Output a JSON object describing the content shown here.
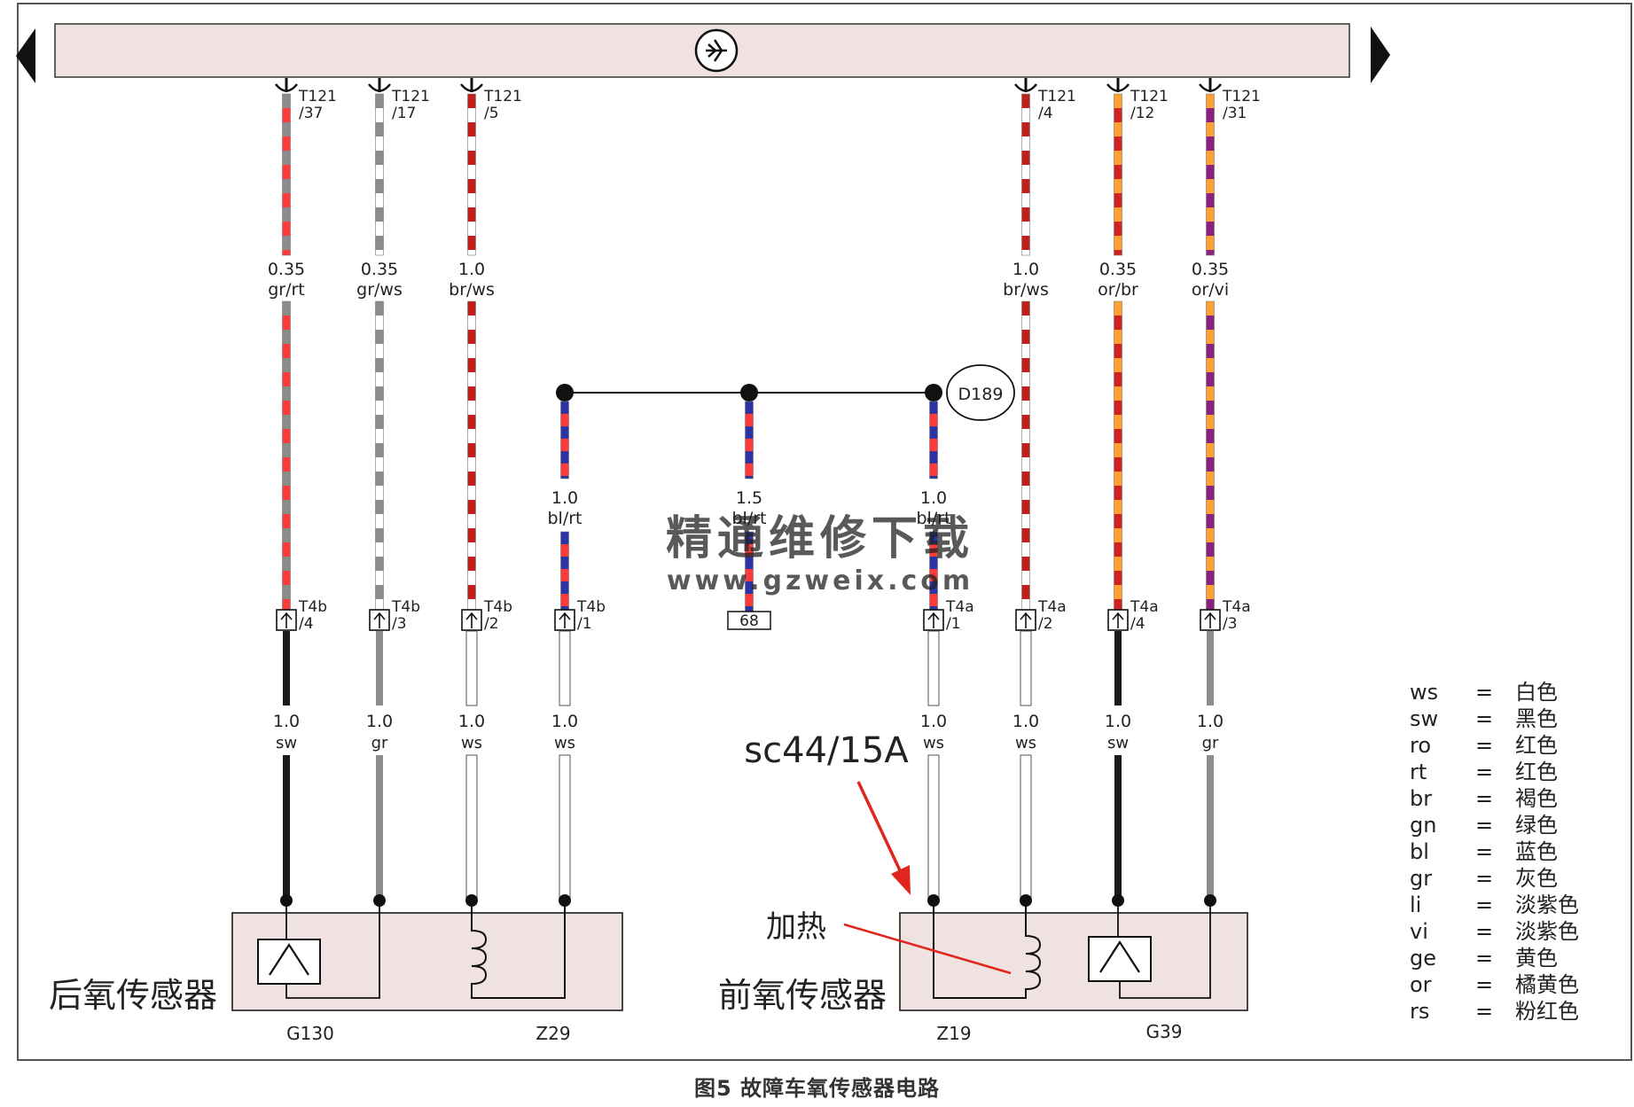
{
  "bus": {
    "symbol": "K-bus-icon"
  },
  "top_wires": [
    {
      "connector": "T121",
      "pin": "/37",
      "gauge": "0.35",
      "code": "gr/rt",
      "colors": [
        "#8c8c8c",
        "#ff3a3a"
      ]
    },
    {
      "connector": "T121",
      "pin": "/17",
      "gauge": "0.35",
      "code": "gr/ws",
      "colors": [
        "#8c8c8c",
        "#ffffff"
      ]
    },
    {
      "connector": "T121",
      "pin": "/5",
      "gauge": "1.0",
      "code": "br/ws",
      "colors": [
        "#c0201c",
        "#ffffff"
      ]
    },
    {
      "connector": "T121",
      "pin": "/4",
      "gauge": "1.0",
      "code": "br/ws",
      "colors": [
        "#c0201c",
        "#ffffff"
      ]
    },
    {
      "connector": "T121",
      "pin": "/12",
      "gauge": "0.35",
      "code": "or/br",
      "colors": [
        "#ffa030",
        "#d42020"
      ]
    },
    {
      "connector": "T121",
      "pin": "/31",
      "gauge": "0.35",
      "code": "or/vi",
      "colors": [
        "#ffa030",
        "#8a2080"
      ]
    }
  ],
  "ground_wires": [
    {
      "gauge": "1.0",
      "code": "bl/rt",
      "terminal": "T4b",
      "pin": "/1",
      "colors": [
        "#2a34a8",
        "#ff3a3a"
      ]
    },
    {
      "gauge": "1.5",
      "code": "bl/rt",
      "terminal_box": "68",
      "colors": [
        "#2a34a8",
        "#ff3a3a"
      ]
    },
    {
      "gauge": "1.0",
      "code": "bl/rt",
      "terminal": "T4a",
      "pin": "/1",
      "colors": [
        "#2a34a8",
        "#ff3a3a"
      ]
    }
  ],
  "ground_point": "D189",
  "connectors": [
    {
      "name": "T4b",
      "pin": "/4"
    },
    {
      "name": "T4b",
      "pin": "/3"
    },
    {
      "name": "T4b",
      "pin": "/2"
    },
    {
      "name": "T4b",
      "pin": "/1"
    },
    {
      "name": "T4a",
      "pin": "/1"
    },
    {
      "name": "T4a",
      "pin": "/2"
    },
    {
      "name": "T4a",
      "pin": "/4"
    },
    {
      "name": "T4a",
      "pin": "/3"
    }
  ],
  "bottom_wires": [
    {
      "gauge": "1.0",
      "code": "sw",
      "color": "#1a1a1a"
    },
    {
      "gauge": "1.0",
      "code": "gr",
      "color": "#8c8c8c"
    },
    {
      "gauge": "1.0",
      "code": "ws",
      "color": "#ffffff"
    },
    {
      "gauge": "1.0",
      "code": "ws",
      "color": "#ffffff"
    },
    {
      "gauge": "1.0",
      "code": "ws",
      "color": "#ffffff"
    },
    {
      "gauge": "1.0",
      "code": "ws",
      "color": "#ffffff"
    },
    {
      "gauge": "1.0",
      "code": "sw",
      "color": "#1a1a1a"
    },
    {
      "gauge": "1.0",
      "code": "gr",
      "color": "#8c8c8c"
    }
  ],
  "components": {
    "rear": {
      "label": "后氧传感器",
      "sensor": "G130",
      "heater": "Z29"
    },
    "front": {
      "label": "前氧传感器",
      "sensor": "G39",
      "heater": "Z19"
    }
  },
  "annotations": {
    "fuse": "sc44/15A",
    "heating": "加热"
  },
  "watermark": {
    "line1": "精通维修下载",
    "line2": "www.gzweix.com"
  },
  "legend": [
    {
      "code": "ws",
      "eq": "=",
      "name": "白色"
    },
    {
      "code": "sw",
      "eq": "=",
      "name": "黑色"
    },
    {
      "code": "ro",
      "eq": "=",
      "name": "红色"
    },
    {
      "code": "rt",
      "eq": "=",
      "name": "红色"
    },
    {
      "code": "br",
      "eq": "=",
      "name": "褐色"
    },
    {
      "code": "gn",
      "eq": "=",
      "name": "绿色"
    },
    {
      "code": "bl",
      "eq": "=",
      "name": "蓝色"
    },
    {
      "code": "gr",
      "eq": "=",
      "name": "灰色"
    },
    {
      "code": "li",
      "eq": "=",
      "name": "淡紫色"
    },
    {
      "code": "vi",
      "eq": "=",
      "name": "淡紫色"
    },
    {
      "code": "ge",
      "eq": "=",
      "name": "黄色"
    },
    {
      "code": "or",
      "eq": "=",
      "name": "橘黄色"
    },
    {
      "code": "rs",
      "eq": "=",
      "name": "粉红色"
    }
  ],
  "caption": "图5 故障车氧传感器电路"
}
